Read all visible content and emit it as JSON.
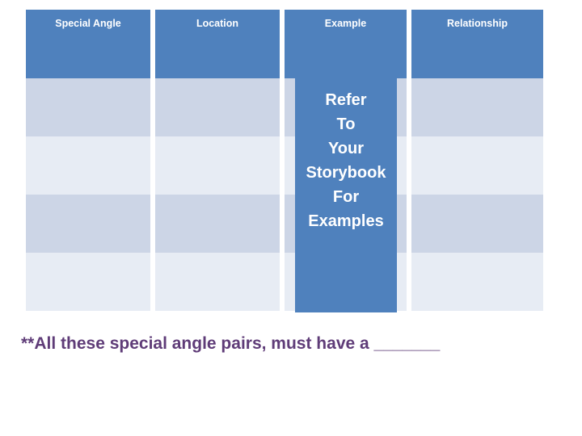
{
  "slide": {
    "background_color": "#ffffff",
    "accent_color": "#4f81bd",
    "band_dark_color": "#ccd5e6",
    "band_light_color": "#e7ecf4",
    "note_color": "#5f3c78"
  },
  "table": {
    "headers": [
      "Special Angle",
      "Location",
      "Example",
      "Relationship"
    ],
    "rows": [
      {
        "cells": [
          "",
          "",
          "",
          ""
        ]
      },
      {
        "cells": [
          "",
          "",
          "",
          ""
        ]
      },
      {
        "cells": [
          "",
          "",
          "",
          ""
        ]
      },
      {
        "cells": [
          "",
          "",
          "",
          ""
        ]
      }
    ]
  },
  "example_overlay": {
    "lines": [
      "Refer",
      "To",
      "Your",
      "Storybook",
      "For",
      "Examples"
    ]
  },
  "footer": {
    "note": "**All these special angle pairs, must have a _______"
  }
}
